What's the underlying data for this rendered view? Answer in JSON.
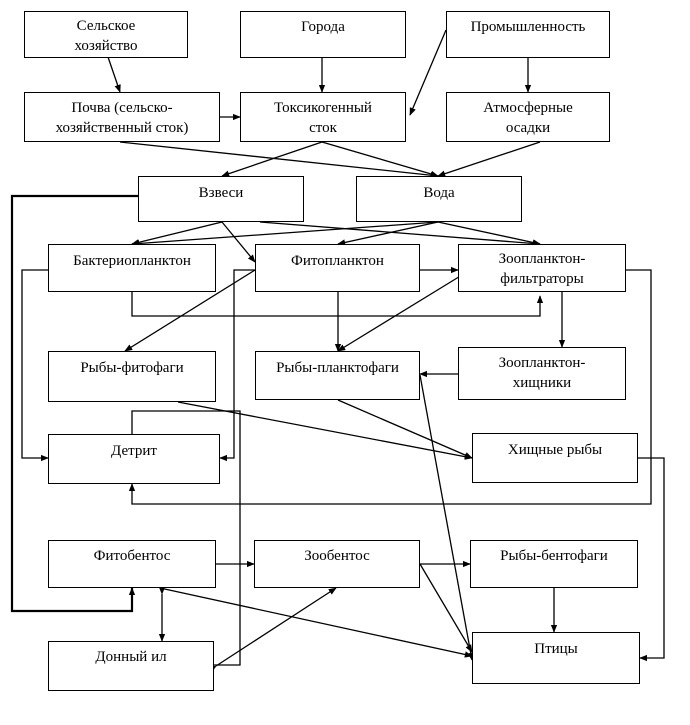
{
  "nodes": {
    "agriculture": {
      "line1": "Сельское",
      "line2": "хозяйство"
    },
    "cities": {
      "line1": "Города"
    },
    "industry": {
      "line1": "Промышленность"
    },
    "soil": {
      "line1": "Почва (сельско-",
      "line2": "хозяйственный сток)"
    },
    "toxic": {
      "line1": "Токсикогенный",
      "line2": "сток"
    },
    "precip": {
      "line1": "Атмосферные",
      "line2": "осадки"
    },
    "suspension": {
      "line1": "Взвеси"
    },
    "water": {
      "line1": "Вода"
    },
    "bacterio": {
      "line1": "Бактериопланктон"
    },
    "phyto": {
      "line1": "Фитопланктон"
    },
    "zoofilter": {
      "line1": "Зоопланктон-",
      "line2": "фильтраторы"
    },
    "fishphyto": {
      "line1": "Рыбы-фитофаги"
    },
    "fishplankto": {
      "line1": "Рыбы-планктофаги"
    },
    "zoopred": {
      "line1": "Зоопланктон-",
      "line2": "хищники"
    },
    "detritus": {
      "line1": "Детрит"
    },
    "predfish": {
      "line1": "Хищные рыбы"
    },
    "phytobenthos": {
      "line1": "Фитобентос"
    },
    "zoobenthos": {
      "line1": "Зообентос"
    },
    "fishbentho": {
      "line1": "Рыбы-бентофаги"
    },
    "silt": {
      "line1": "Донный ил"
    },
    "birds": {
      "line1": "Птицы"
    }
  }
}
